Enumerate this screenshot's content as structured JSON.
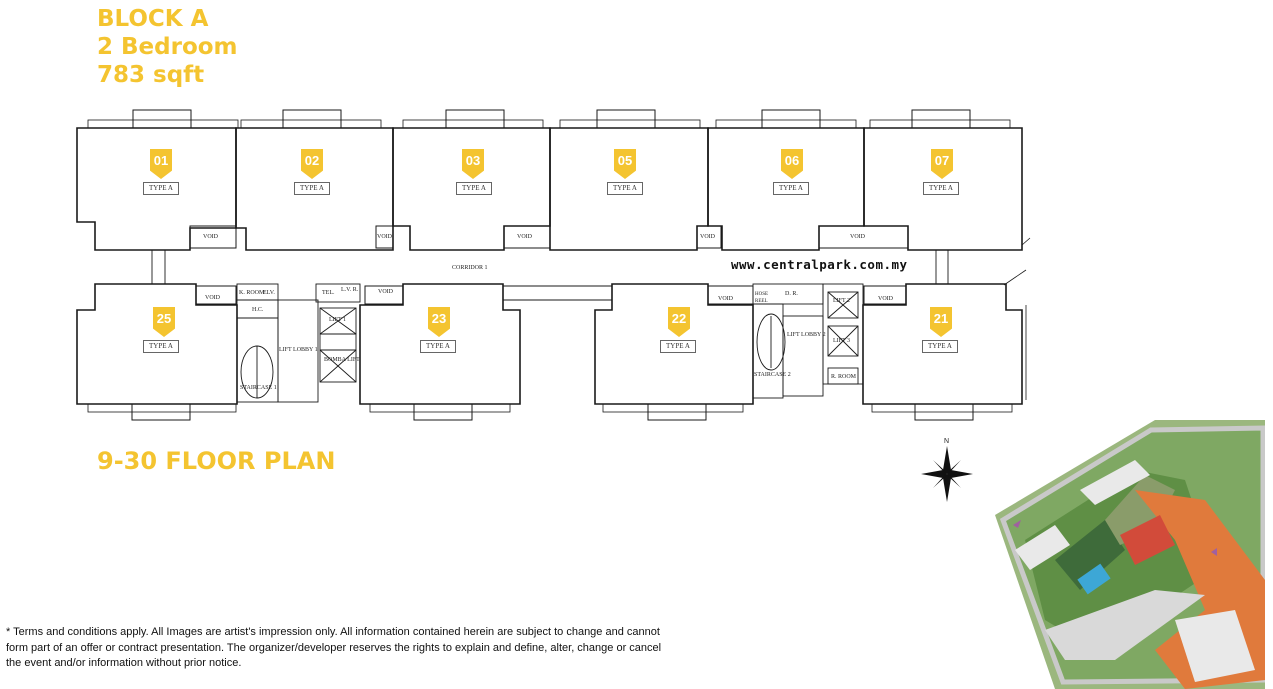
{
  "header": {
    "block": "BLOCK A",
    "bedroom": "2 Bedroom",
    "size": "783 sqft"
  },
  "floor_plan_title": "9-30 FLOOR PLAN",
  "website": "www.centralpark.com.my",
  "units": [
    {
      "number": "01",
      "type": "TYPE A"
    },
    {
      "number": "02",
      "type": "TYPE A"
    },
    {
      "number": "03",
      "type": "TYPE A"
    },
    {
      "number": "05",
      "type": "TYPE A"
    },
    {
      "number": "06",
      "type": "TYPE A"
    },
    {
      "number": "07",
      "type": "TYPE A"
    },
    {
      "number": "25",
      "type": "TYPE A"
    },
    {
      "number": "23",
      "type": "TYPE A"
    },
    {
      "number": "22",
      "type": "TYPE A"
    },
    {
      "number": "21",
      "type": "TYPE A"
    }
  ],
  "rooms": {
    "void": "VOID",
    "corridor": "CORRIDOR 1",
    "k_room": "K. ROOM",
    "elv": "ELV.",
    "hc": "H.C.",
    "tel": "TEL.",
    "lv_room": "L.V. R.",
    "lift_1": "LIFT 1",
    "lift_lobby_1": "LIFT LOBBY 1",
    "bomba_lift": "BOMBA LIFT",
    "staircase_1": "STAIRCASE 1",
    "hose_reel": "HOSE REEL",
    "d_r": "D. R.",
    "lift_2": "LIFT 2",
    "lift_3": "LIFT 3",
    "lift_lobby_2": "LIFT LOBBY 2",
    "staircase_2": "STAIRCASE 2",
    "r_room": "R. ROOM"
  },
  "compass_label": "N",
  "disclaimer": "* Terms and conditions apply. All Images are artist's impression only. All information contained herein are subject to change and cannot form part of an offer or contract presentation. The organizer/developer reserves the rights to explain and define, alter, change or cancel the event and/or information without prior notice.",
  "colors": {
    "accent": "#f4c430",
    "wall": "#1a1a1a",
    "site_green": "#6f9b4f",
    "site_orange": "#e07a3c"
  }
}
